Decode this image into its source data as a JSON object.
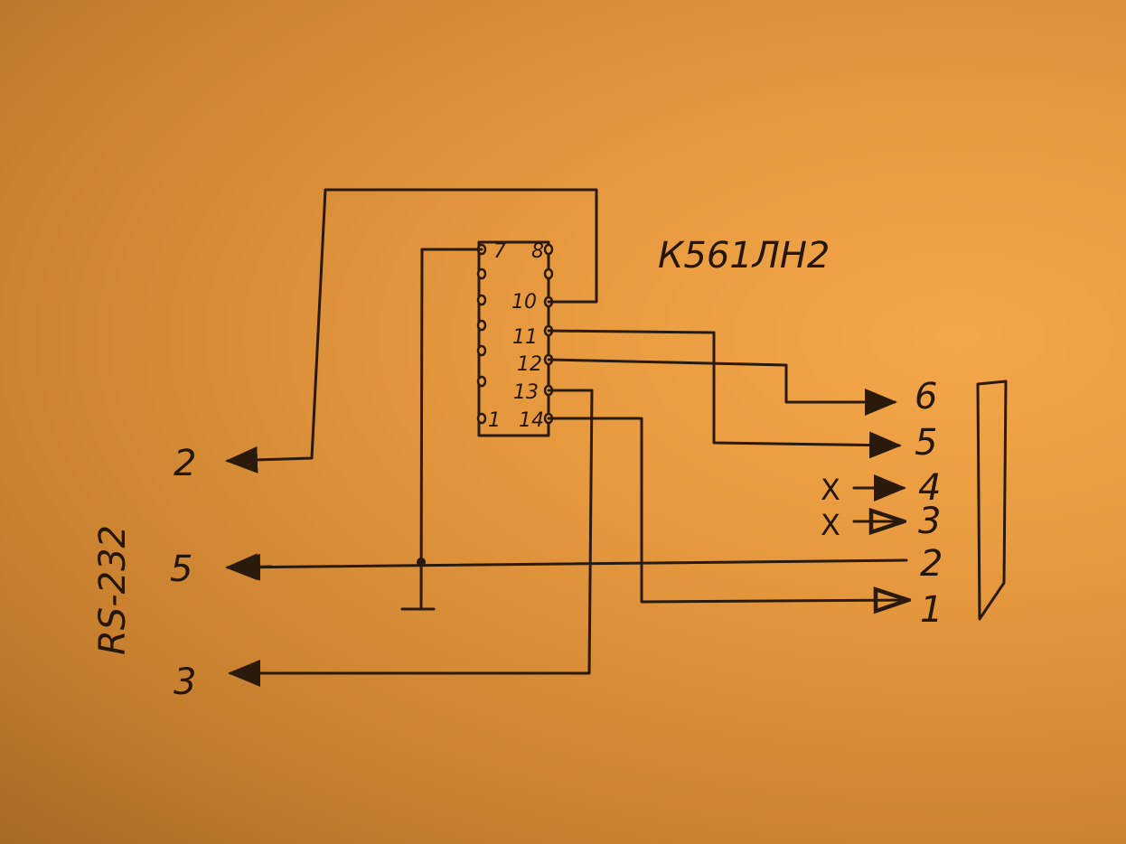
{
  "chip": {
    "name": "К561ЛН2",
    "pin_labels": {
      "p7": "7",
      "p8": "8",
      "p10": "10",
      "p11": "11",
      "p12": "12",
      "p13": "13",
      "p14": "14",
      "p1": "1"
    }
  },
  "left_connector": {
    "title": "RS-232",
    "pins": {
      "a": "2",
      "b": "5",
      "c": "3"
    }
  },
  "right_connector": {
    "pins": {
      "p6": "6",
      "p5": "5",
      "p4": "4",
      "p3": "3",
      "p2": "2",
      "p1": "1"
    },
    "nc_marks": {
      "p4": "X",
      "p3": "X"
    }
  }
}
